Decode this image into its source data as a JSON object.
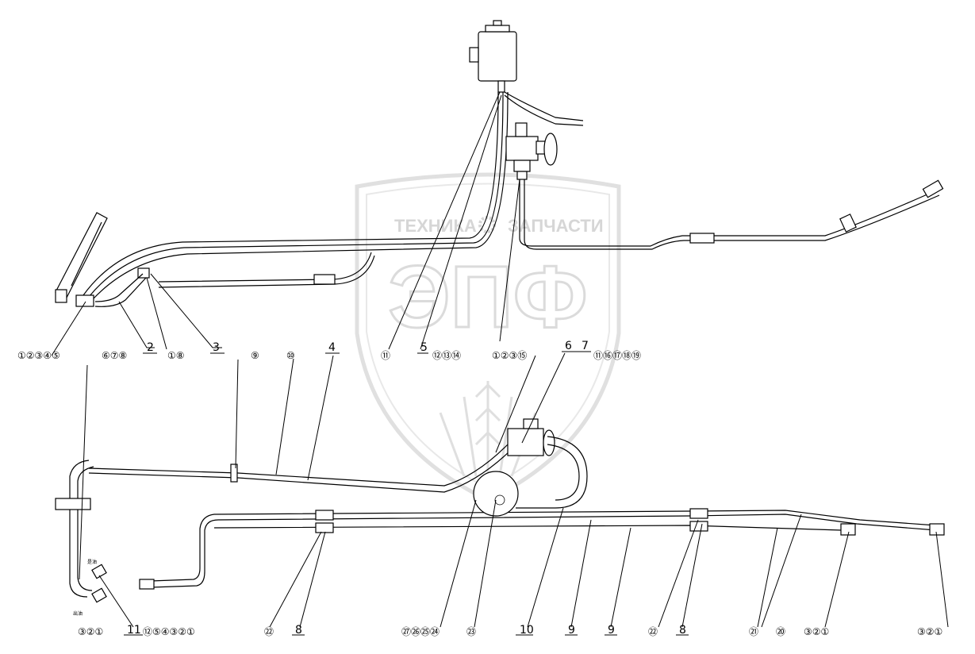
{
  "watermark": {
    "brand_left": "ТЕХНИКА",
    "brand_right": "ЗАПЧАСТИ",
    "logo_letters": "ЭПФ"
  },
  "labels_top": [
    {
      "id": "lt1",
      "text": "①②③④⑤"
    },
    {
      "id": "lt2",
      "text": "⑥⑦⑧"
    },
    {
      "id": "lt3",
      "text": "2"
    },
    {
      "id": "lt4",
      "text": "①⑧"
    },
    {
      "id": "lt5",
      "text": "3"
    },
    {
      "id": "lt6",
      "text": "⑪"
    },
    {
      "id": "lt7",
      "text": "5"
    },
    {
      "id": "lt8",
      "text": "⑫⑬⑭"
    },
    {
      "id": "lt9",
      "text": "①②③⑮"
    },
    {
      "id": "lt10",
      "text": "6"
    },
    {
      "id": "lt11",
      "text": "7"
    },
    {
      "id": "lt12",
      "text": "⑪⑯⑰⑱⑲"
    }
  ],
  "labels_mid": [
    {
      "id": "lm1",
      "text": "⑨"
    },
    {
      "id": "lm2",
      "text": "⑩"
    },
    {
      "id": "lm3",
      "text": "4"
    }
  ],
  "labels_bottom": [
    {
      "id": "lb1",
      "text": "③②①"
    },
    {
      "id": "lb2",
      "text": "11"
    },
    {
      "id": "lb3",
      "text": "⑫⑤④③②①"
    },
    {
      "id": "lb4",
      "text": "㉒"
    },
    {
      "id": "lb5",
      "text": "8"
    },
    {
      "id": "lb6",
      "text": "㉗㉖㉕㉔"
    },
    {
      "id": "lb7",
      "text": "㉓"
    },
    {
      "id": "lb8",
      "text": "10"
    },
    {
      "id": "lb9",
      "text": "9"
    },
    {
      "id": "lb10",
      "text": "9"
    },
    {
      "id": "lb11",
      "text": "㉒"
    },
    {
      "id": "lb12",
      "text": "8"
    },
    {
      "id": "lb13",
      "text": "㉑"
    },
    {
      "id": "lb14",
      "text": "⑳"
    },
    {
      "id": "lb15",
      "text": "③②①"
    },
    {
      "id": "lb16",
      "text": "③②①"
    }
  ],
  "small_marks": {
    "mark_a": "是油",
    "mark_b": "出油"
  }
}
